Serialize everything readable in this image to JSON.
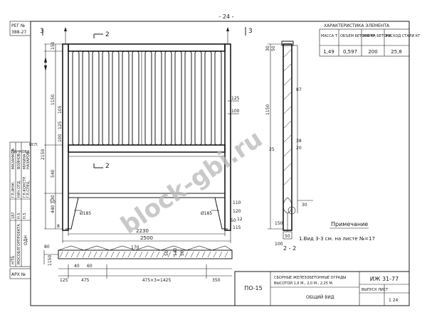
{
  "page_number": "- 24 -",
  "reg": {
    "label": "РЕГ №",
    "value": "388-27"
  },
  "arch": {
    "label": "АРХ №"
  },
  "side_stamp": {
    "org_block": [
      "НТБ",
      "МОСОБЛГОРПРОЕКТА",
      "ОДН"
    ],
    "rows": [
      {
        "a": "ГЛ.ИНЖ.",
        "b": "МАЗАНКОВ"
      },
      {
        "a": "НАЧ.ОТД.",
        "b": "ВОЙНОВ"
      },
      {
        "a": "ГЛ.КОНСТР.",
        "b": "МУХИНА"
      },
      {
        "a": "ГЛ.СПЕЦ.",
        "b": "НАЗАРОВ"
      },
      {
        "a": "ИСП.",
        "b": "ПАНКОВА"
      }
    ],
    "nums": [
      "187",
      "Н.5",
      "Н.5"
    ]
  },
  "char_table": {
    "title": "ХАРАКТЕРИСТИКА ЭЛЕМЕНТА",
    "headers": [
      "МАССА Т",
      "ОБЪЕМ БЕТОНА М³",
      "МАРКА БЕТОНА",
      "РАСХОД СТАЛИ КГ"
    ],
    "row": [
      "1,49",
      "0,597",
      "200",
      "25,8"
    ]
  },
  "labels": {
    "cut_2": "2",
    "cut_3": "3",
    "section_2_2": "2 - 2",
    "note_title": "Примечание",
    "note_text": "1.Вид  3-3 см. на листе  №=17"
  },
  "dims": {
    "left_150": "150",
    "left_540": "540",
    "left_1150": "1150",
    "left_2150": "2150",
    "left_440": "440",
    "left_30": "30",
    "left_50": "50",
    "left_8": "8",
    "r_100": "100",
    "r_125": "125",
    "r_110": "110",
    "i_105": "105",
    "i_125": "125",
    "i_100": "100",
    "r_120": "120",
    "r_115": "115",
    "r_12": "12",
    "b_185a": "Ø185",
    "b_185b": "Ø185",
    "b_50": "50",
    "b_2230": "2230",
    "b_2500": "2500",
    "b_170": "170",
    "b_50b": "50",
    "b_140": "140",
    "b_50c": "50",
    "b_1150": "1150",
    "b_80": "80",
    "b_475a": "475",
    "b_475x3": "475×3=1425",
    "b_350": "350",
    "b_125": "125",
    "b_40": "40",
    "b_60": "60",
    "s_30": "30",
    "s_50": "50",
    "s_87": "87",
    "s_1150": "1150",
    "s_38": "38",
    "s_20": "20",
    "s_25": "25",
    "s_30b": "30",
    "s_150": "150",
    "s_50b": "50",
    "s_100": "100"
  },
  "title_block": {
    "code": "ПО-15",
    "description_lines": [
      "СБОРНЫЕ  ЖЕЛЕЗОБЕТОННЫЕ  ОГРАДЫ",
      "ВЫСОТОЙ  1,6 М., 2,0 М., 2,25 М."
    ],
    "view": "ОБЩИЙ   ВИД",
    "series": "ИЖ  31-77",
    "sheet_label": "ВЫПУСК ЛИСТ",
    "sheet_num": "1   24"
  },
  "watermark": "block-gbi.ru"
}
